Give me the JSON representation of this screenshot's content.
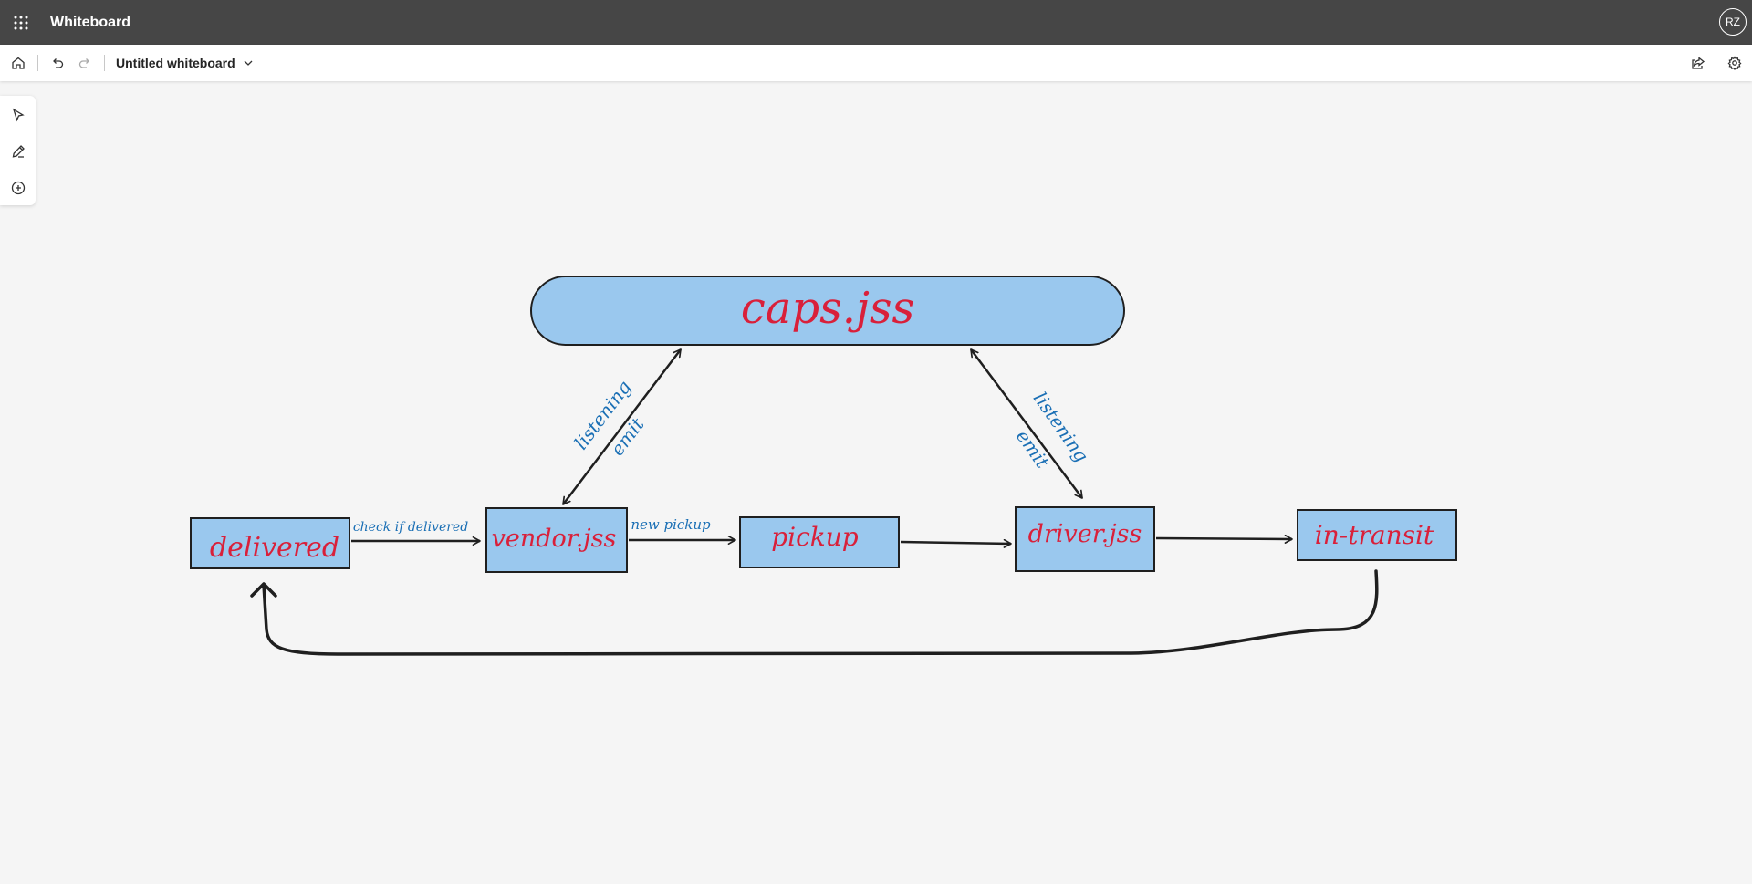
{
  "app": {
    "name": "Whiteboard",
    "user_initials": "RZ"
  },
  "toolbar": {
    "doc_title": "Untitled whiteboard"
  },
  "icons": {
    "app_launcher": "waffle-icon",
    "home": "home-icon",
    "undo": "undo-icon",
    "redo": "redo-icon",
    "title_menu": "chevron-down-icon",
    "share": "share-icon",
    "settings": "gear-icon",
    "select": "pointer-icon",
    "pen": "pen-icon",
    "add": "add-icon"
  },
  "colors": {
    "topbar": "#464646",
    "shape_fill": "#9ac8ee",
    "shape_stroke": "#1f1f1f",
    "shape_text": "#d9203a",
    "label_text": "#1a6fb5"
  },
  "diagram": {
    "nodes": {
      "caps": "caps.jss",
      "delivered": "delivered",
      "vendor": "vendor.jss",
      "pickup": "pickup",
      "driver": "driver.jss",
      "in_transit": "in-transit"
    },
    "edge_labels": {
      "vendor_caps_1": "listening",
      "vendor_caps_2": "emit",
      "driver_caps_1": "listening",
      "driver_caps_2": "emit",
      "delivered_vendor": "check if delivered",
      "vendor_pickup": "new pickup"
    }
  }
}
